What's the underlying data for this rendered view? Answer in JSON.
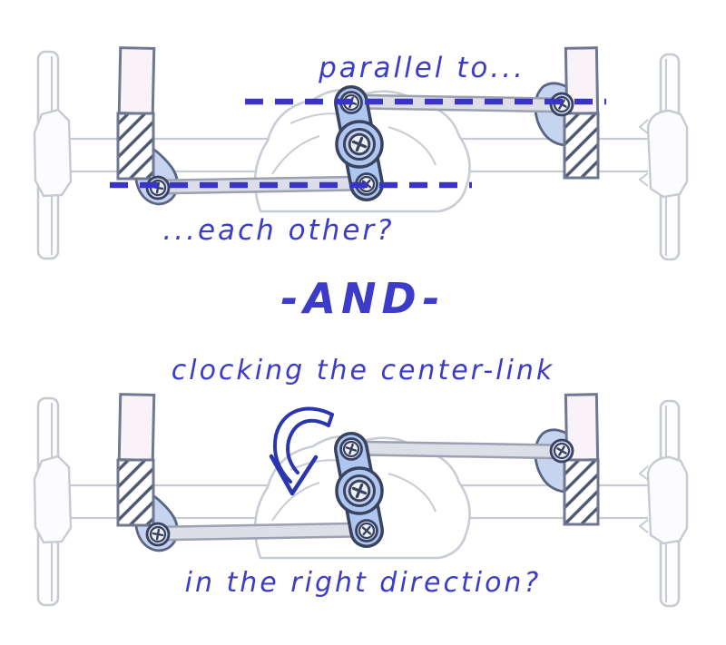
{
  "figure": {
    "annotations": {
      "parallel_to": "parallel to...",
      "each_other": "...each other?",
      "conjunction": "-AND-",
      "clocking": "clocking the center-link",
      "direction": "in the right direction?"
    }
  },
  "colors": {
    "ink": "#3c3cc8",
    "dash": "#3a34c6",
    "arrow": "#2936b0",
    "link_fill": "#aec6f0",
    "link_outline": "#39425e",
    "arm_fill": "#c6d4f0",
    "arm_outline": "#5a6584",
    "rod_fill": "#dcdfe8",
    "rod_outline": "#9ba1b0",
    "knuckle_fill": "#f9f3f9",
    "knuckle_outline": "#6f7890",
    "hatch_line": "#4c566e",
    "sketch": "#c6cad3"
  }
}
